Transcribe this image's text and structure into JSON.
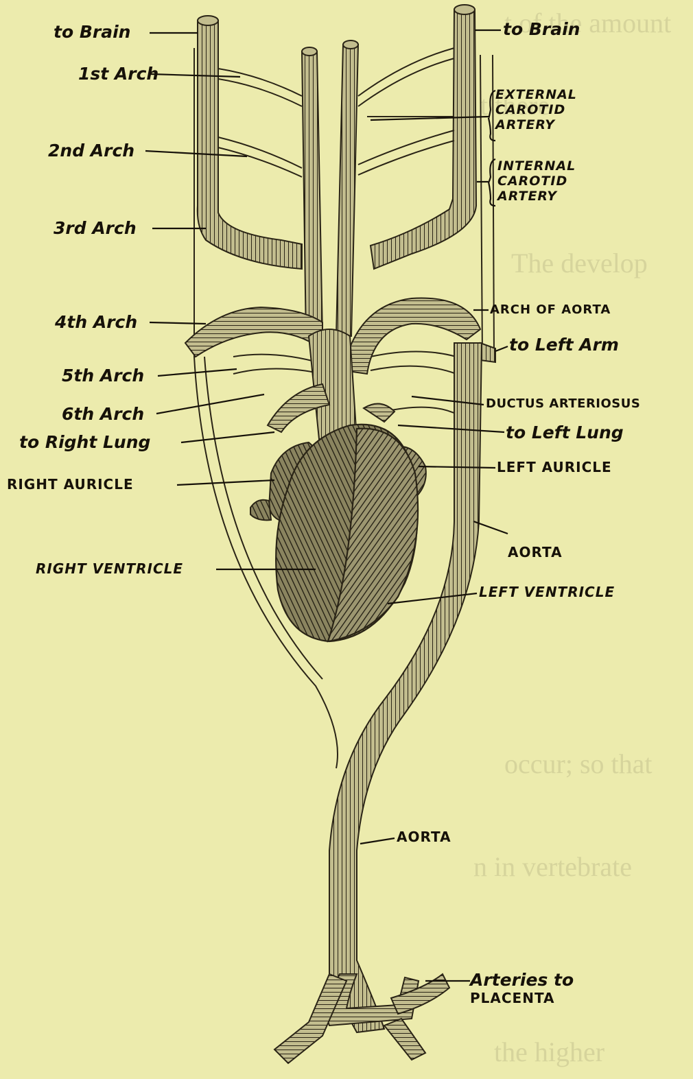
{
  "labels": {
    "to_brain_left": "to Brain",
    "arch_1": "1st Arch",
    "arch_2": "2nd Arch",
    "arch_3": "3rd Arch",
    "arch_4": "4th Arch",
    "arch_5": "5th Arch",
    "arch_6": "6th Arch",
    "to_right_lung": "to Right Lung",
    "right_auricle": "RIGHT AURICLE",
    "right_ventricle": "RIGHT VENTRICLE",
    "to_brain_right": "to Brain",
    "external_carotid": [
      "EXTERNAL",
      "CAROTID",
      "ARTERY"
    ],
    "internal_carotid": [
      "INTERNAL",
      "CAROTID",
      "ARTERY"
    ],
    "arch_of_aorta": "ARCH OF AORTA",
    "to_left_arm": "to Left Arm",
    "ductus_arteriosus": "DUCTUS ARTERIOSUS",
    "to_left_lung": "to Left Lung",
    "left_auricle": "LEFT AURICLE",
    "aorta_upper": "AORTA",
    "left_ventricle": "LEFT VENTRICLE",
    "aorta_lower": "AORTA",
    "arteries_to_placenta": [
      "Arteries to",
      "PLACENTA"
    ]
  },
  "colors": {
    "paper": "#ecebad",
    "ink": "#161109",
    "vessel": "#bdb88a",
    "heart": "#8c8560",
    "bleed_text": "#d6d49c"
  }
}
